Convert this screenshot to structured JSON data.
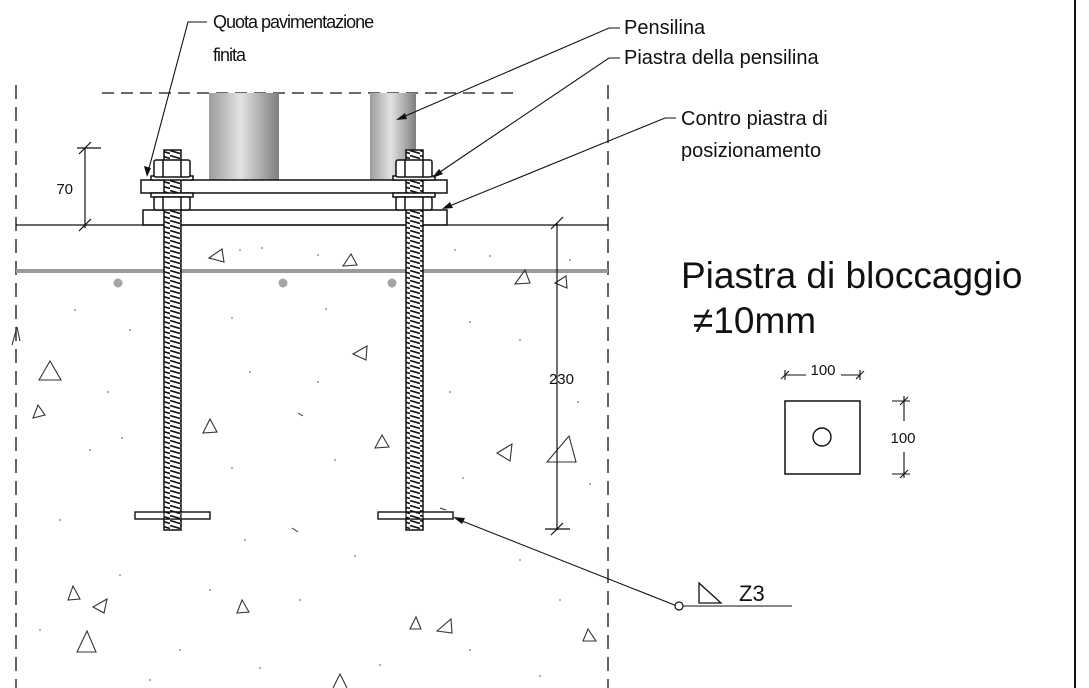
{
  "labels": {
    "quota_line1": "Quota pavimentazione",
    "quota_line2": "finita",
    "pensilina": "Pensilina",
    "piastra_pensilina": "Piastra della pensilina",
    "contro_line1": "Contro piastra di",
    "contro_line2": "posizionamento",
    "piastra_title": "Piastra di bloccaggio",
    "piastra_thickness": "≠10mm",
    "weld": "Z3"
  },
  "dimensions": {
    "height_above_floor": "70",
    "embed_depth": "230",
    "plate_width": "100",
    "plate_height": "100"
  },
  "colors": {
    "line": "#111111",
    "column_dark": "#777777",
    "column_light": "#d4d4d4",
    "rebar": "#9a9a9a"
  }
}
